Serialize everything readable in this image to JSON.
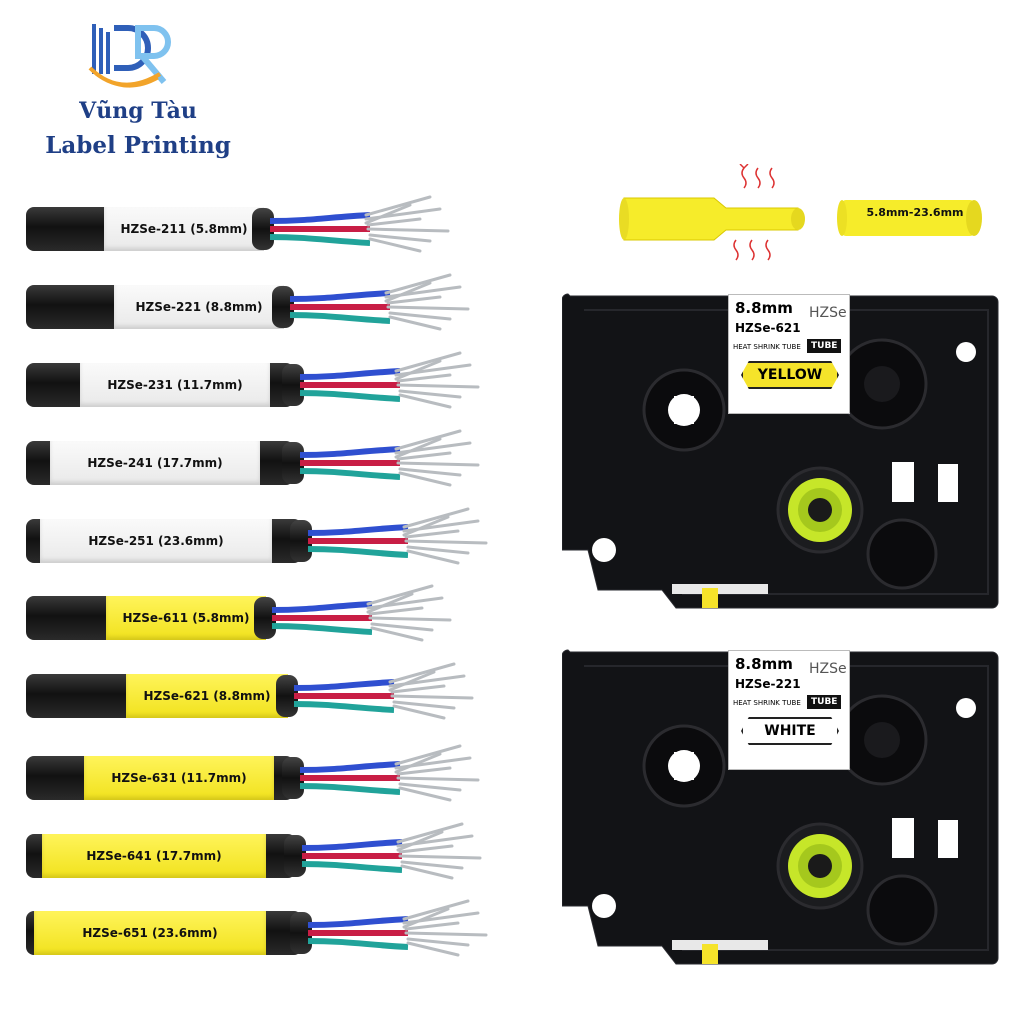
{
  "brand": {
    "line1": "Vũng Tàu",
    "line2": "Label Printing",
    "logo_colors": [
      "#2f5fb8",
      "#f2a42a",
      "#7fc2ef"
    ]
  },
  "cables": [
    {
      "label": "HZSe-211 (5.8mm)",
      "color": "white"
    },
    {
      "label": "HZSe-221 (8.8mm)",
      "color": "white"
    },
    {
      "label": "HZSe-231 (11.7mm)",
      "color": "white"
    },
    {
      "label": "HZSe-241 (17.7mm)",
      "color": "white"
    },
    {
      "label": "HZSe-251 (23.6mm)",
      "color": "white"
    },
    {
      "label": "HZSe-611 (5.8mm)",
      "color": "yellow"
    },
    {
      "label": "HZSe-621 (8.8mm)",
      "color": "yellow"
    },
    {
      "label": "HZSe-631 (11.7mm)",
      "color": "yellow"
    },
    {
      "label": "HZSe-641 (17.7mm)",
      "color": "yellow"
    },
    {
      "label": "HZSe-651 (23.6mm)",
      "color": "yellow"
    }
  ],
  "tube_size": "5.8mm-23.6mm",
  "cassettes": [
    {
      "size": "8.8mm",
      "series": "HZSe",
      "model": "HZSe-621",
      "subtitle": "HEAT SHRINK TUBE",
      "tube_word": "TUBE",
      "color_name": "YELLOW",
      "color_hex": "#f5e32a"
    },
    {
      "size": "8.8mm",
      "series": "HZSe",
      "model": "HZSe-221",
      "subtitle": "HEAT SHRINK TUBE",
      "tube_word": "TUBE",
      "color_name": "WHITE",
      "color_hex": "#ffffff"
    }
  ]
}
